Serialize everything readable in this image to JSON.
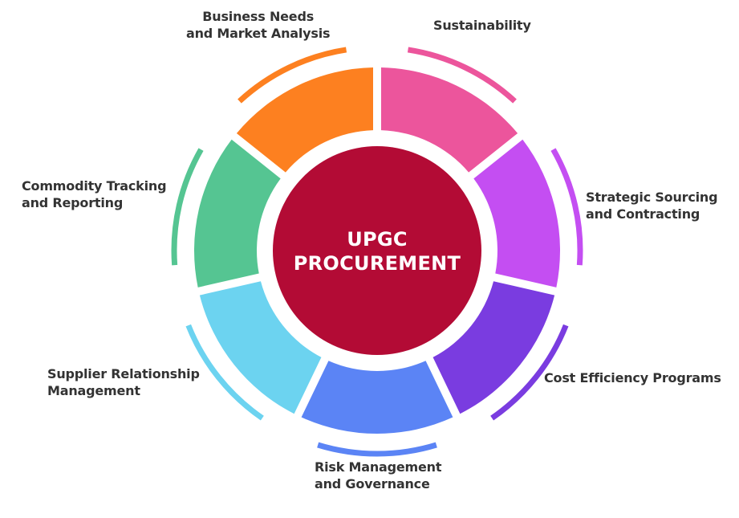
{
  "center": {
    "line1": "UPGC",
    "line2": "PROCUREMENT",
    "color": "#b30b35"
  },
  "segments": [
    {
      "id": "sustainability",
      "lines": [
        "Sustainability"
      ],
      "color": "#ec559c"
    },
    {
      "id": "strategic-sourcing",
      "lines": [
        "Strategic Sourcing",
        "and Contracting"
      ],
      "color": "#c44ef2"
    },
    {
      "id": "cost-efficiency",
      "lines": [
        "Cost Efficiency Programs"
      ],
      "color": "#7a3ce0"
    },
    {
      "id": "risk-management",
      "lines": [
        "Risk Management",
        "and Governance"
      ],
      "color": "#5b84f5"
    },
    {
      "id": "supplier-relationship",
      "lines": [
        "Supplier Relationship",
        "Management"
      ],
      "color": "#6cd3f0"
    },
    {
      "id": "commodity-tracking",
      "lines": [
        "Commodity Tracking",
        "and Reporting"
      ],
      "color": "#55c592"
    },
    {
      "id": "business-needs",
      "lines": [
        "Business Needs",
        "and Market Analysis"
      ],
      "color": "#fd8020"
    }
  ]
}
